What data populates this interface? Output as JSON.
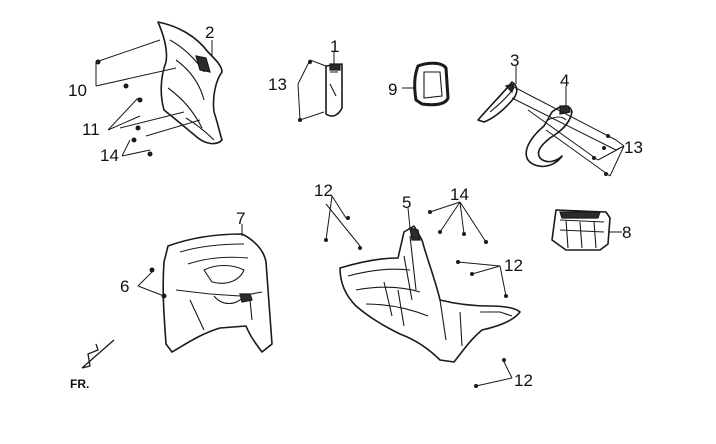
{
  "diagram": {
    "callouts": [
      {
        "id": "c1",
        "label": "1"
      },
      {
        "id": "c2",
        "label": "2"
      },
      {
        "id": "c3",
        "label": "3"
      },
      {
        "id": "c4",
        "label": "4"
      },
      {
        "id": "c5",
        "label": "5"
      },
      {
        "id": "c6",
        "label": "6"
      },
      {
        "id": "c7",
        "label": "7"
      },
      {
        "id": "c8",
        "label": "8"
      },
      {
        "id": "c9",
        "label": "9"
      },
      {
        "id": "c10",
        "label": "10"
      },
      {
        "id": "c11",
        "label": "11"
      },
      {
        "id": "c12a",
        "label": "12"
      },
      {
        "id": "c12b",
        "label": "12"
      },
      {
        "id": "c12c",
        "label": "12"
      },
      {
        "id": "c13a",
        "label": "13"
      },
      {
        "id": "c13b",
        "label": "13"
      },
      {
        "id": "c14a",
        "label": "14"
      },
      {
        "id": "c14b",
        "label": "14"
      }
    ],
    "orientation_label": "FR."
  }
}
